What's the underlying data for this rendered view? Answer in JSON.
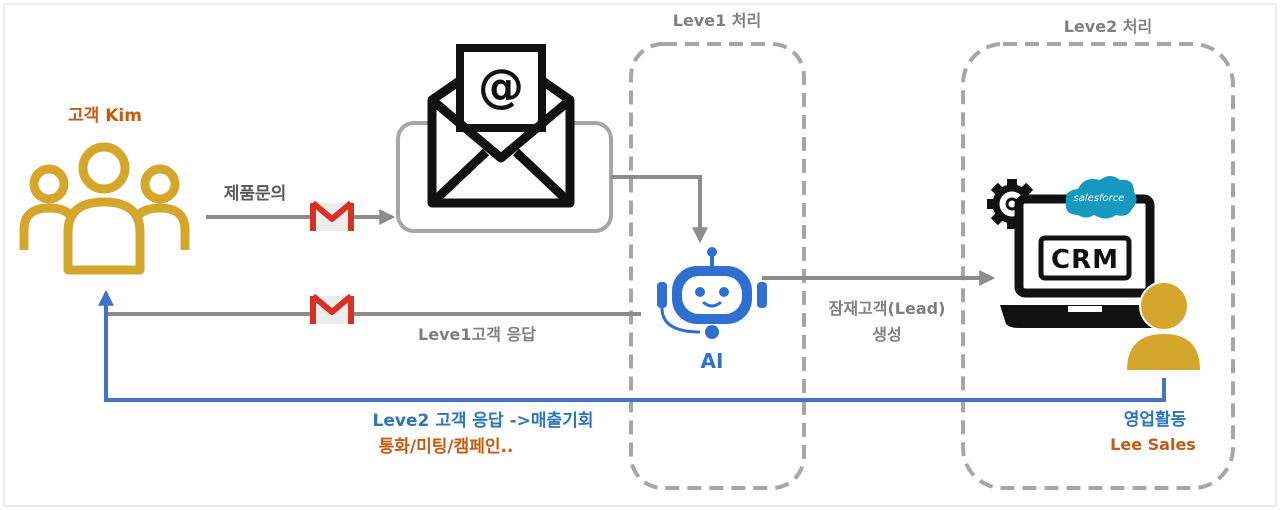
{
  "colors": {
    "gold": "#D4A72C",
    "orange_text": "#C55A11",
    "blue_text": "#2E75B6",
    "blue_line": "#4472C4",
    "gray_line": "#8C8C8C",
    "gray_text": "#7F7F7F",
    "dash": "#A6A6A6",
    "robot_blue": "#2E6FD0",
    "salesforce": "#1798C1",
    "gmail_red": "#D93025"
  },
  "icons": [
    "customer-group-icon",
    "gmail-icon",
    "email-envelope-icon",
    "ai-robot-icon",
    "gear-icon",
    "salesforce-cloud-icon",
    "laptop-icon",
    "person-icon"
  ],
  "labels": {
    "customer": "고객 Kim",
    "inquiry": "제품문의",
    "level1_title": "Leve1 처리",
    "level2_title": "Leve2 처리",
    "ai": "AI",
    "lead_line1": "잠재고객(Lead)",
    "lead_line2": "생성",
    "level1_reply": "Leve1고객 응답",
    "level2_reply": "Leve2 고객 응답 ->매출기회",
    "level2_channels": "통화/미팅/캠페인..",
    "sales_activity": "영업활동",
    "sales_person": "Lee Sales",
    "crm": "CRM",
    "salesforce": "salesforce",
    "at_sign": "@"
  }
}
